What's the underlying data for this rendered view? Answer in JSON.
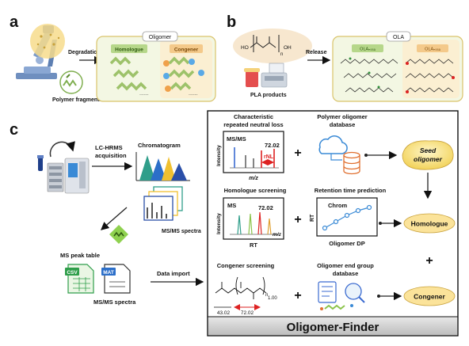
{
  "panel_labels": {
    "a": "a",
    "b": "b",
    "c": "c"
  },
  "panel_a": {
    "degradation": "Degradation",
    "oligomer_header": "Oligomer",
    "homologue_tag": "Homologue",
    "congener_tag": "Congener",
    "polymer_fragments": "Polymer fragments",
    "ellipsis": "......"
  },
  "panel_b": {
    "release": "Release",
    "ola_header": "OLA",
    "ola_left_tag": "OLAₙ₉₅ₐ",
    "ola_right_tag": "OLAₙ₉₅ₐ",
    "pla_products": "PLA products",
    "ho": "HO",
    "oh": "OH",
    "n": "n"
  },
  "panel_c": {
    "acquisition_title": "LC-HRMS",
    "acquisition_sub": "acquisition",
    "chromatogram": "Chromatogram",
    "msms_spectra_top": "MS/MS spectra",
    "ms_peak_table": "MS peak table",
    "csv": "CSV",
    "mat": "MAT",
    "msms_spectra_bottom": "MS/MS spectra",
    "data_import": "Data import",
    "box": {
      "characteristic_line1": "Characteristic",
      "characteristic_line2": "repeated neutral loss",
      "msms": "MS/MS",
      "intensity": "Intensity",
      "mz": "m/z",
      "val_7202": "72.02",
      "rnl": "rNL",
      "polymer_db_line1": "Polymer oligomer",
      "polymer_db_line2": "database",
      "seed_line1": "Seed",
      "seed_line2": "oligomer",
      "homologue_screening": "Homologue screening",
      "ms": "MS",
      "rt": "RT",
      "rt_prediction": "Retention time prediction",
      "chrom": "Chrom",
      "oligomer_dp": "Oligomer DP",
      "homologue": "Homologue",
      "congener_screening": "Congener screening",
      "end_group_line1": "Oligomer end group",
      "end_group_line2": "database",
      "congener": "Congener",
      "n_sub": "n",
      "n_val": "1.00",
      "val_4302": "43.02",
      "val_7202b": "72.02",
      "plus": "+",
      "footer": "Oligomer-Finder"
    }
  }
}
